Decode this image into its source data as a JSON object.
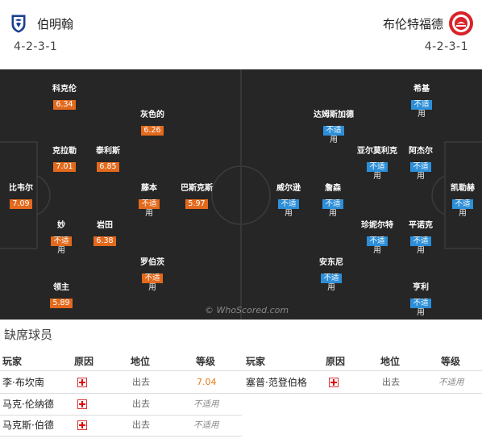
{
  "header": {
    "home_team": "伯明翰",
    "home_formation": "4-2-3-1",
    "away_team": "布伦特福德",
    "away_formation": "4-2-3-1"
  },
  "colors": {
    "pitch": "#262626",
    "home_rating": "#e36a1d",
    "away_rating": "#2d8fd8"
  },
  "pitch": {
    "watermark": "© WhoScored.com",
    "home_players": [
      {
        "name": "科克伦",
        "rating": "6.34"
      },
      {
        "name": "灰色的",
        "rating": "6.26"
      },
      {
        "name": "克拉勒",
        "rating": "7.01"
      },
      {
        "name": "泰利斯",
        "rating": "6.85"
      },
      {
        "name": "比韦尔",
        "rating": "7.09"
      },
      {
        "name": "藤本",
        "rating": "不适",
        "sub": "用"
      },
      {
        "name": "巴斯克斯",
        "rating": "5.97"
      },
      {
        "name": "妙",
        "rating": "不适",
        "sub": "用"
      },
      {
        "name": "岩田",
        "rating": "6.38"
      },
      {
        "name": "罗伯茨",
        "rating": "不适",
        "sub": "用"
      },
      {
        "name": "领主",
        "rating": "5.89"
      }
    ],
    "away_players": [
      {
        "name": "希基",
        "rating": "不适",
        "sub": "用"
      },
      {
        "name": "达姆斯加德",
        "rating": "不适",
        "sub": "用"
      },
      {
        "name": "亚尔莫利克",
        "rating": "不适",
        "sub": "用"
      },
      {
        "name": "阿杰尔",
        "rating": "不适",
        "sub": "用"
      },
      {
        "name": "凯勒赫",
        "rating": "不适",
        "sub": "用"
      },
      {
        "name": "威尔逊",
        "rating": "不适",
        "sub": "用"
      },
      {
        "name": "詹森",
        "rating": "不适",
        "sub": "用"
      },
      {
        "name": "珍妮尔特",
        "rating": "不适",
        "sub": "用"
      },
      {
        "name": "平诺克",
        "rating": "不适",
        "sub": "用"
      },
      {
        "name": "安东尼",
        "rating": "不适",
        "sub": "用"
      },
      {
        "name": "亨利",
        "rating": "不适",
        "sub": "用"
      }
    ]
  },
  "missing": {
    "title": "缺席球员",
    "headers": {
      "player": "玩家",
      "reason": "原因",
      "status": "地位",
      "rating": "等级"
    },
    "home": [
      {
        "player": "李·布坎南",
        "status": "出去",
        "rating": "7.04"
      },
      {
        "player": "马克·伦纳德",
        "status": "出去",
        "rating": "不适用"
      },
      {
        "player": "马克斯·伯德",
        "status": "出去",
        "rating": "不适用"
      }
    ],
    "away": [
      {
        "player": "塞普·范登伯格",
        "status": "出去",
        "rating": "不适用"
      }
    ]
  }
}
